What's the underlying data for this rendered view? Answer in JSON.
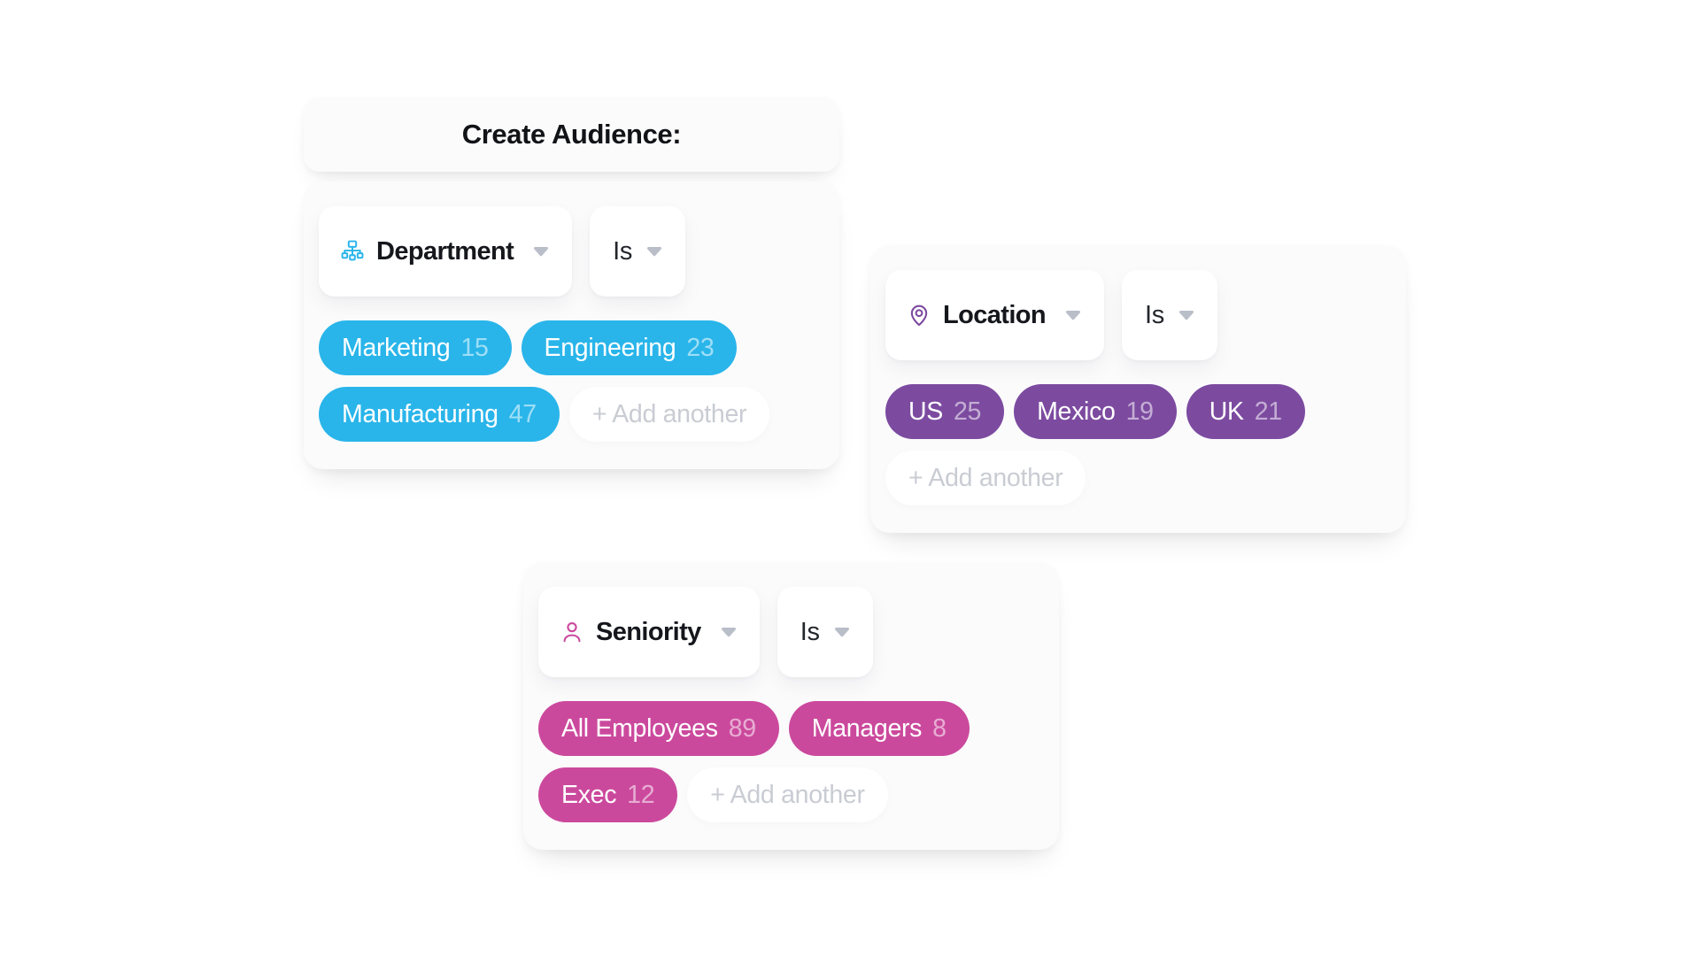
{
  "page": {
    "background_color": "#ffffff"
  },
  "title_card": {
    "title": "Create Audience:"
  },
  "operator_options_visible": "Is",
  "cards": [
    {
      "field_label": "Department",
      "field_icon": "org-chart-icon",
      "operator": "Is",
      "accent_color": "#29B5EA",
      "chips": [
        {
          "label": "Marketing",
          "count": "15"
        },
        {
          "label": "Engineering",
          "count": "23"
        },
        {
          "label": "Manufacturing",
          "count": "47"
        }
      ],
      "add_label": "+ Add another"
    },
    {
      "field_label": "Location",
      "field_icon": "map-pin-icon",
      "operator": "Is",
      "accent_color": "#7C4BA0",
      "chips": [
        {
          "label": "US",
          "count": "25"
        },
        {
          "label": "Mexico",
          "count": "19"
        },
        {
          "label": "UK",
          "count": "21"
        }
      ],
      "add_label": "+ Add another"
    },
    {
      "field_label": "Seniority",
      "field_icon": "person-icon",
      "operator": "Is",
      "accent_color": "#CB499D",
      "chips": [
        {
          "label": "All Employees",
          "count": "89"
        },
        {
          "label": "Managers",
          "count": "8"
        },
        {
          "label": "Exec",
          "count": "12"
        }
      ],
      "add_label": "+ Add another"
    }
  ]
}
